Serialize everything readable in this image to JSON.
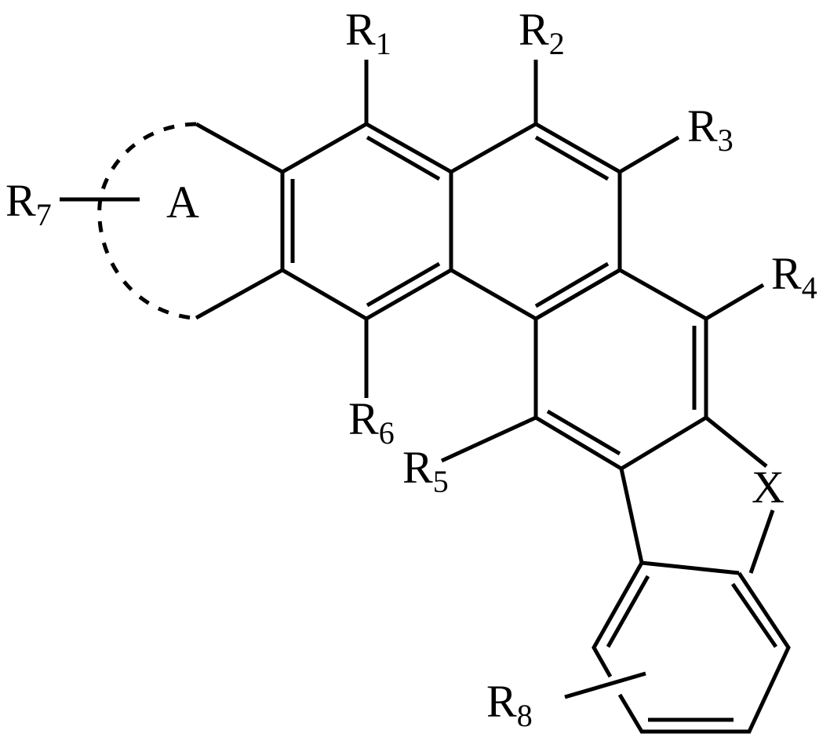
{
  "figure": {
    "type": "chemical-structure",
    "color": "#000000",
    "background": "#ffffff"
  },
  "labels": {
    "r1": {
      "main": "R",
      "sub": "1"
    },
    "r2": {
      "main": "R",
      "sub": "2"
    },
    "r3": {
      "main": "R",
      "sub": "3"
    },
    "r4": {
      "main": "R",
      "sub": "4"
    },
    "r5": {
      "main": "R",
      "sub": "5"
    },
    "r6": {
      "main": "R",
      "sub": "6"
    },
    "r7": {
      "main": "R",
      "sub": "7"
    },
    "r8": {
      "main": "R",
      "sub": "8"
    },
    "ring_a": "A",
    "hetero_x": "X"
  }
}
